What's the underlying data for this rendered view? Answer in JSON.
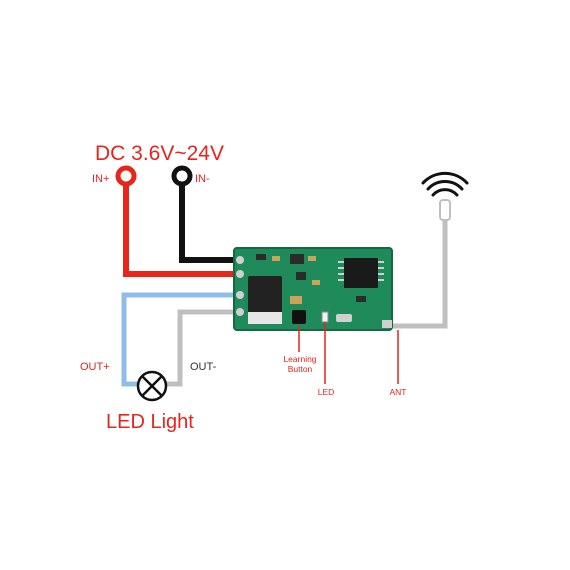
{
  "diagram": {
    "power_label": "DC 3.6V~24V",
    "in_plus_label": "IN+",
    "in_minus_label": "IN-",
    "out_plus_label": "OUT+",
    "out_minus_label": "OUT-",
    "load_label": "LED Light",
    "learning_button_label_line1": "Learning",
    "learning_button_label_line2": "Button",
    "led_label": "LED",
    "ant_label": "ANT"
  },
  "colors": {
    "accent_red": "#e8241b",
    "wire_black": "#111111",
    "wire_blue": "#8fbde8",
    "wire_gray": "#bfbfbf",
    "pcb_green": "#1f8a5a"
  },
  "icons": {
    "wifi": "wifi-signal-icon",
    "lamp": "lamp-icon"
  }
}
